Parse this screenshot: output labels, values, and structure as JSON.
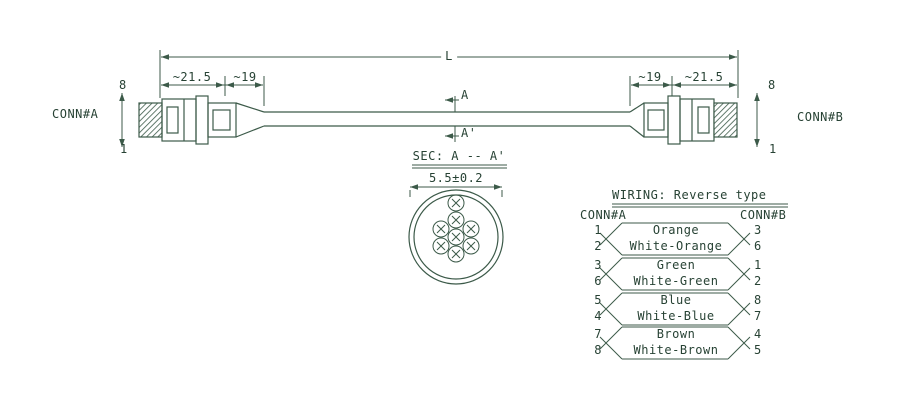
{
  "colors": {
    "line": "#3c5a49",
    "text": "#274234",
    "background": "#ffffff"
  },
  "labels": {
    "conn_a": "CONN#A",
    "conn_b": "CONN#B",
    "pin_top": "8",
    "pin_bottom": "1",
    "dim_l": "L",
    "dim_left_outer": "~21.5",
    "dim_left_inner": "~19",
    "dim_right_inner": "~19",
    "dim_right_outer": "~21.5",
    "section_a": "A",
    "section_a_prime": "A'",
    "section_title": "SEC: A -- A'",
    "cable_diameter": "5.5±0.2"
  },
  "wiring": {
    "title": "WIRING: Reverse type",
    "conn_a_header": "CONN#A",
    "conn_b_header": "CONN#B",
    "rows": [
      {
        "left": "1",
        "color": "Orange",
        "right": "3"
      },
      {
        "left": "2",
        "color": "White-Orange",
        "right": "6"
      },
      {
        "left": "3",
        "color": "Green",
        "right": "1"
      },
      {
        "left": "6",
        "color": "White-Green",
        "right": "2"
      },
      {
        "left": "5",
        "color": "Blue",
        "right": "8"
      },
      {
        "left": "4",
        "color": "White-Blue",
        "right": "7"
      },
      {
        "left": "7",
        "color": "Brown",
        "right": "4"
      },
      {
        "left": "8",
        "color": "White-Brown",
        "right": "5"
      }
    ]
  }
}
